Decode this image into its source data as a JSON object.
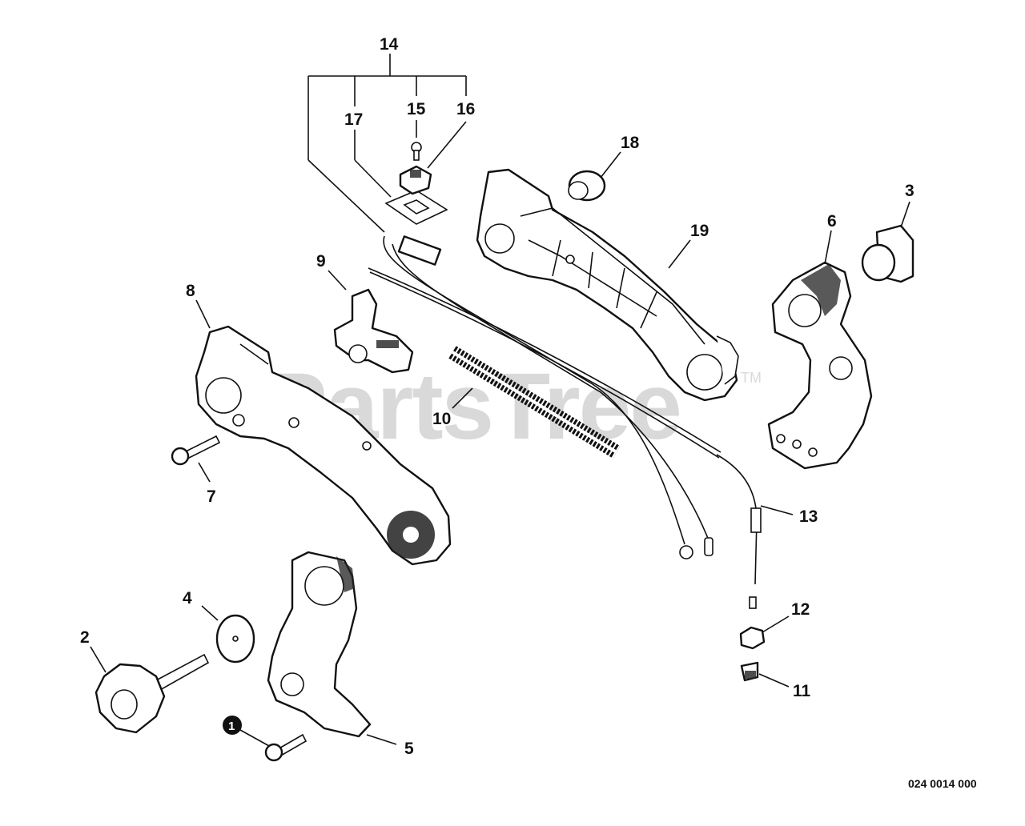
{
  "watermark": {
    "text": "PartsTree",
    "trademark": "TM"
  },
  "drawing_number": "024 0014 000",
  "callouts": {
    "p1": "1",
    "p2": "2",
    "p3": "3",
    "p4": "4",
    "p5": "5",
    "p6": "6",
    "p7": "7",
    "p8": "8",
    "p9": "9",
    "p10": "10",
    "p11": "11",
    "p12": "12",
    "p13": "13",
    "p14": "14",
    "p15": "15",
    "p16": "16",
    "p17": "17",
    "p18": "18",
    "p19": "19"
  },
  "colors": {
    "ink": "#111111",
    "watermark": "#d9d9d9",
    "background": "#ffffff"
  }
}
